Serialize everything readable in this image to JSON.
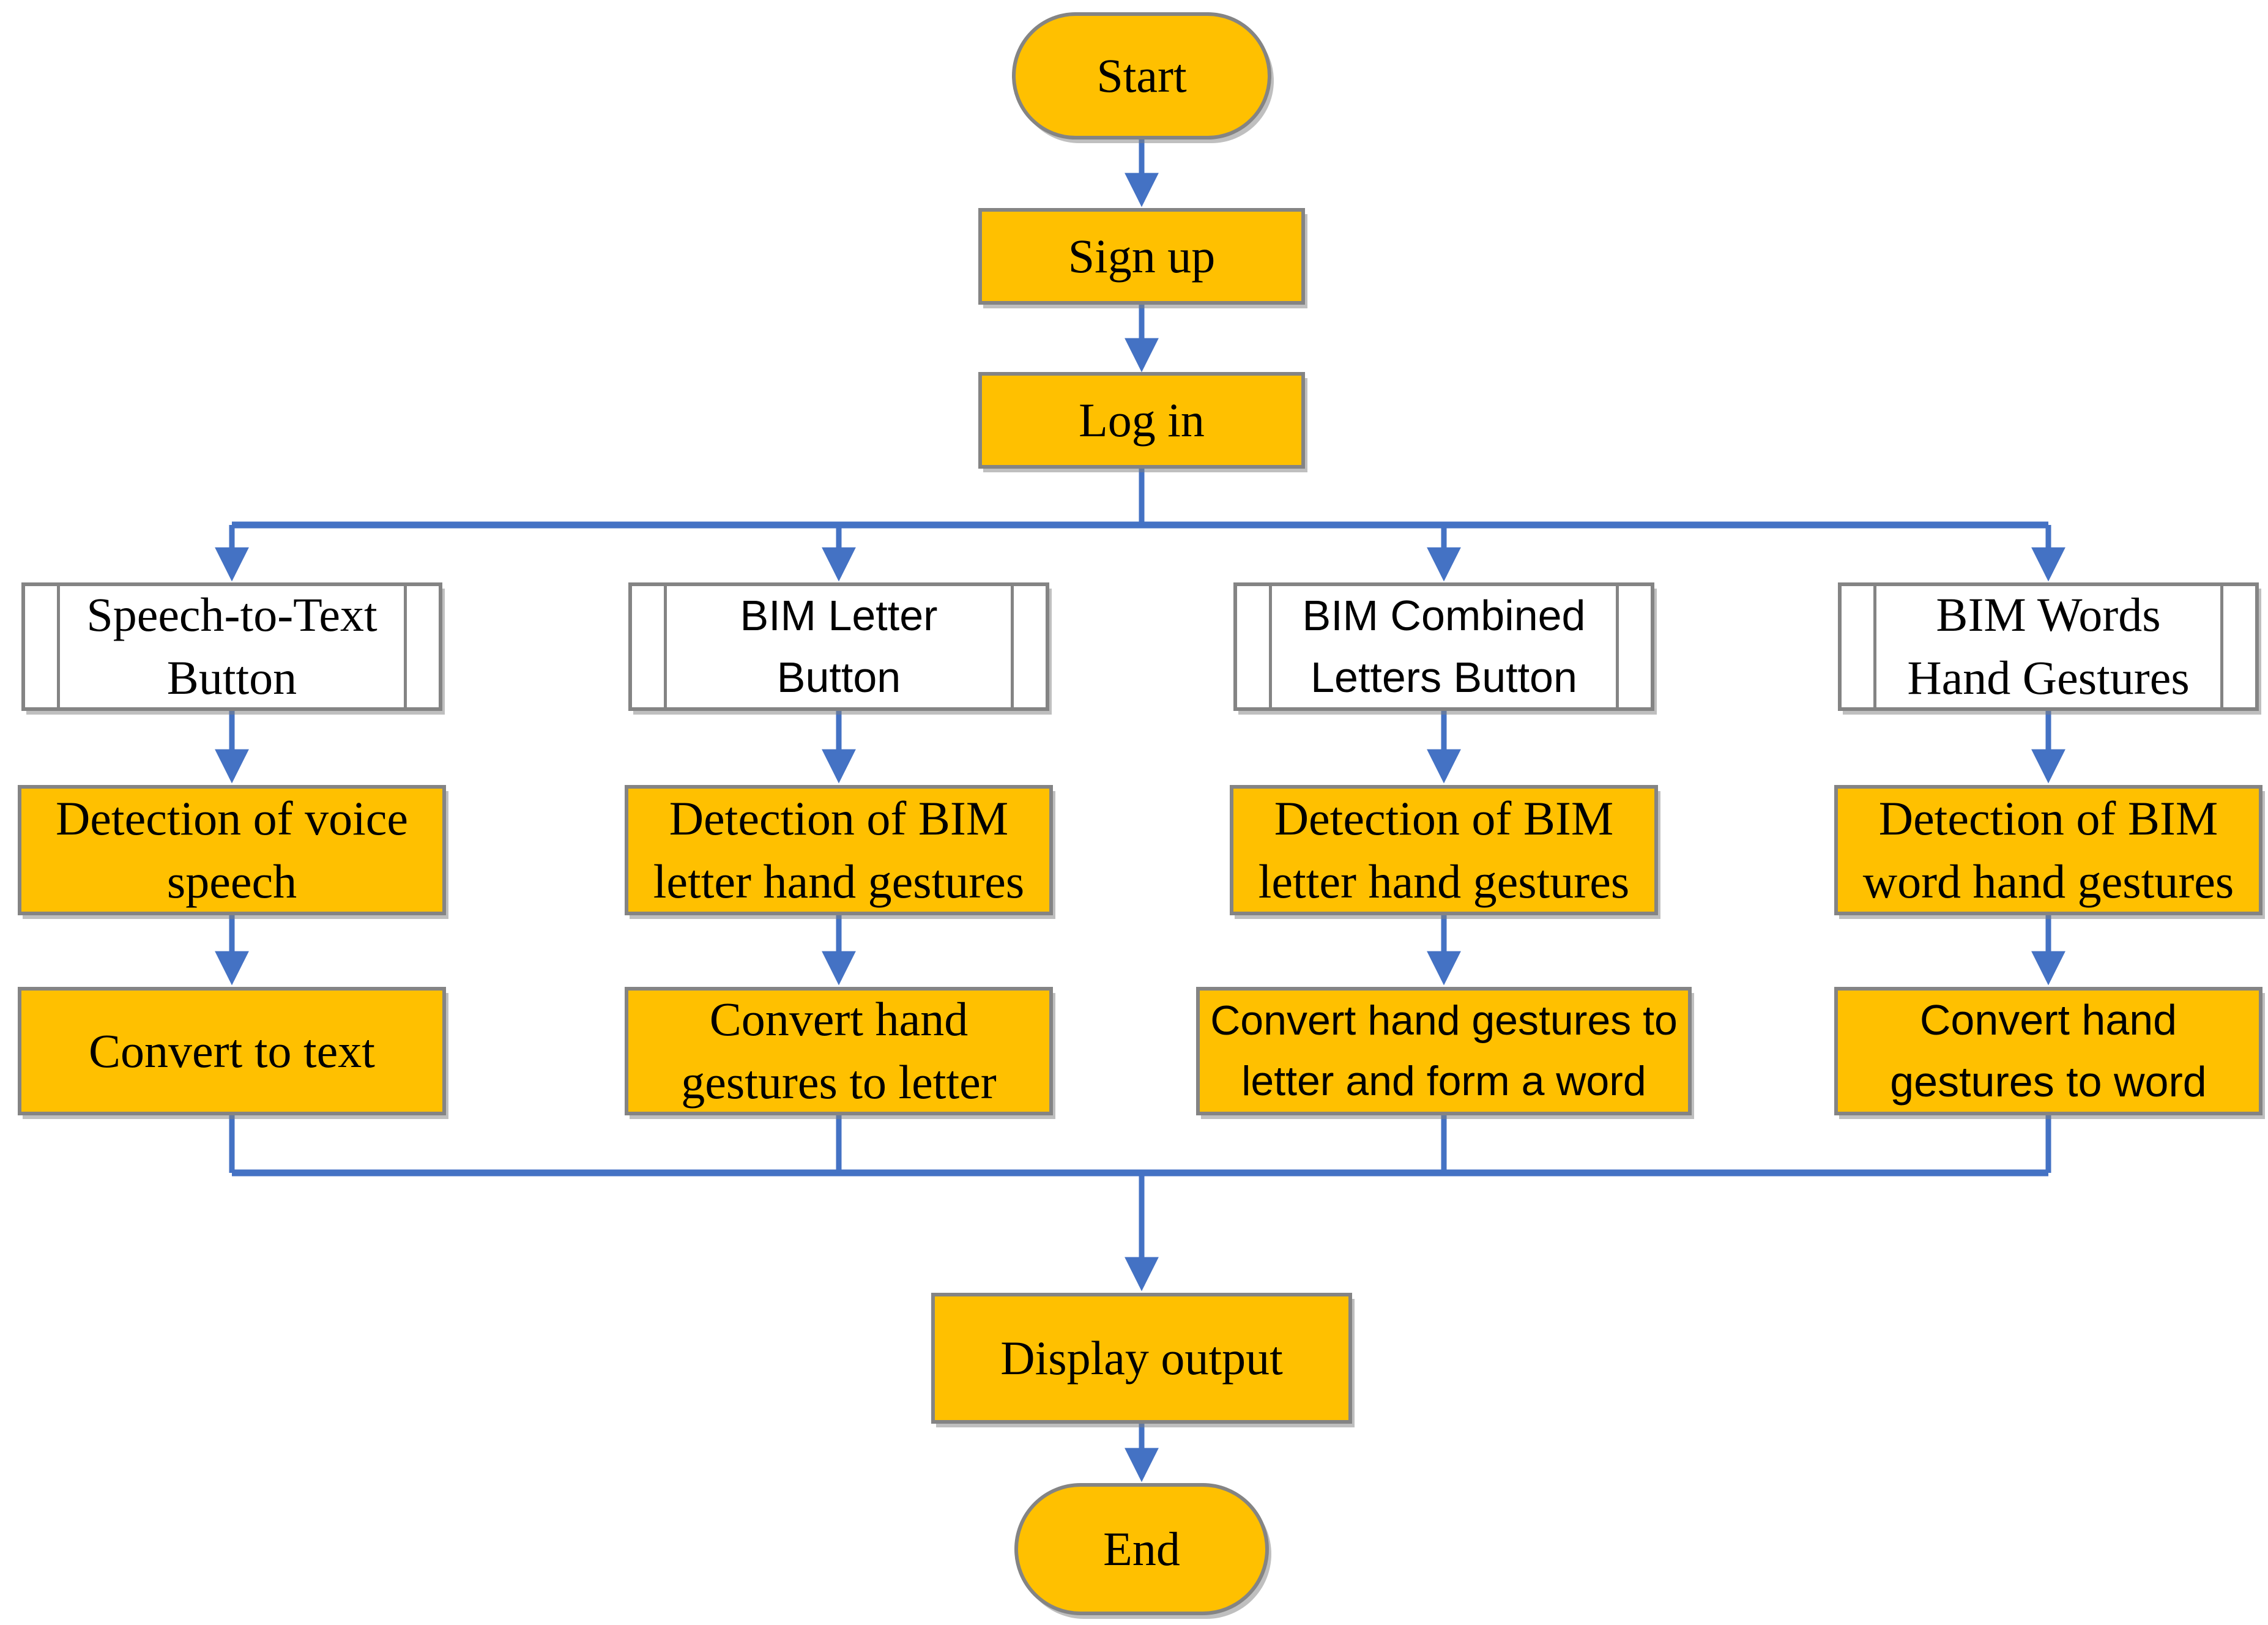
{
  "diagram": {
    "type": "flowchart",
    "colors": {
      "node_fill": "#FFC000",
      "predefined_fill": "#FFFFFF",
      "node_border": "#848484",
      "arrow": "#4472C4",
      "text": "#000000"
    },
    "nodes": {
      "start": {
        "label": "Start",
        "shape": "terminator"
      },
      "sign_up": {
        "label": "Sign up",
        "shape": "process"
      },
      "log_in": {
        "label": "Log in",
        "shape": "process"
      },
      "speech_to_text_button": {
        "label": "Speech-to-Text\nButton",
        "shape": "predefined-process"
      },
      "bim_letter_button": {
        "label": "BIM Letter\nButton",
        "shape": "predefined-process"
      },
      "bim_combined_letters_button": {
        "label": "BIM Combined\nLetters Button",
        "shape": "predefined-process"
      },
      "bim_words_hand_gestures": {
        "label": "BIM Words\nHand Gestures",
        "shape": "predefined-process"
      },
      "detect_voice_speech": {
        "label": "Detection of voice\nspeech",
        "shape": "process"
      },
      "detect_bim_letter_gestures_1": {
        "label": "Detection of BIM\nletter hand gestures",
        "shape": "process"
      },
      "detect_bim_letter_gestures_2": {
        "label": "Detection of BIM\nletter hand gestures",
        "shape": "process"
      },
      "detect_bim_word_gestures": {
        "label": "Detection of BIM\nword hand gestures",
        "shape": "process"
      },
      "convert_to_text": {
        "label": "Convert to text",
        "shape": "process"
      },
      "convert_gestures_to_letter": {
        "label": "Convert hand\ngestures to letter",
        "shape": "process"
      },
      "convert_gestures_to_letter_word": {
        "label": "Convert hand gestures to\nletter and form a word",
        "shape": "process"
      },
      "convert_gestures_to_word": {
        "label": "Convert hand\ngestures to word",
        "shape": "process"
      },
      "display_output": {
        "label": "Display output",
        "shape": "process"
      },
      "end": {
        "label": "End",
        "shape": "terminator"
      }
    },
    "edges": [
      {
        "from": "start",
        "to": "sign_up"
      },
      {
        "from": "sign_up",
        "to": "log_in"
      },
      {
        "from": "log_in",
        "to": "speech_to_text_button"
      },
      {
        "from": "log_in",
        "to": "bim_letter_button"
      },
      {
        "from": "log_in",
        "to": "bim_combined_letters_button"
      },
      {
        "from": "log_in",
        "to": "bim_words_hand_gestures"
      },
      {
        "from": "speech_to_text_button",
        "to": "detect_voice_speech"
      },
      {
        "from": "bim_letter_button",
        "to": "detect_bim_letter_gestures_1"
      },
      {
        "from": "bim_combined_letters_button",
        "to": "detect_bim_letter_gestures_2"
      },
      {
        "from": "bim_words_hand_gestures",
        "to": "detect_bim_word_gestures"
      },
      {
        "from": "detect_voice_speech",
        "to": "convert_to_text"
      },
      {
        "from": "detect_bim_letter_gestures_1",
        "to": "convert_gestures_to_letter"
      },
      {
        "from": "detect_bim_letter_gestures_2",
        "to": "convert_gestures_to_letter_word"
      },
      {
        "from": "detect_bim_word_gestures",
        "to": "convert_gestures_to_word"
      },
      {
        "from": "convert_to_text",
        "to": "display_output"
      },
      {
        "from": "convert_gestures_to_letter",
        "to": "display_output"
      },
      {
        "from": "convert_gestures_to_letter_word",
        "to": "display_output"
      },
      {
        "from": "convert_gestures_to_word",
        "to": "display_output"
      },
      {
        "from": "display_output",
        "to": "end"
      }
    ]
  }
}
